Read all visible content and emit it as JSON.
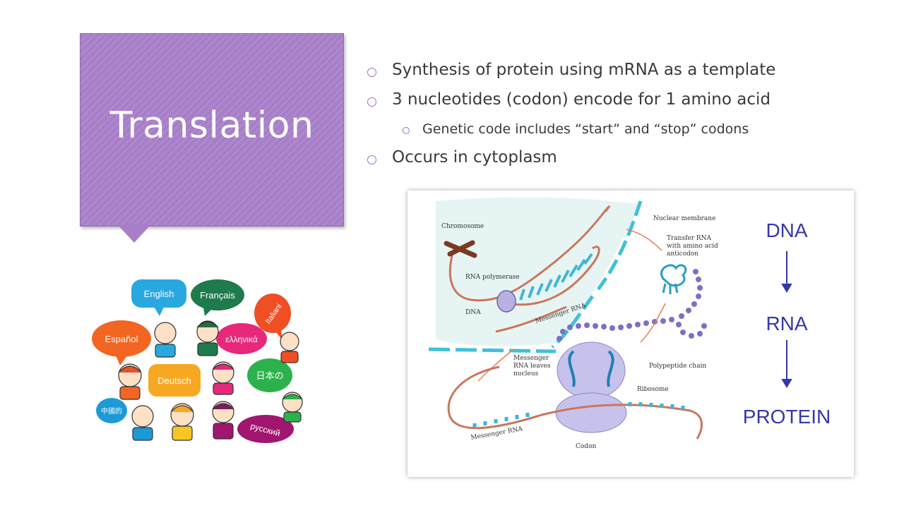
{
  "slide": {
    "title": "Translation",
    "bullets": [
      "Synthesis of protein using mRNA as a template",
      "3 nucleotides (codon) encode for 1 amino acid",
      "Genetic code includes “start” and “stop” codons",
      "Occurs in cytoplasm"
    ]
  },
  "diagram": {
    "labels": {
      "chromosome": "Chromosome",
      "nuclear_membrane": "Nuclear membrane",
      "transfer_rna": [
        "Transfer RNA",
        "with amino acid",
        "anticodon"
      ],
      "rna_polymerase": "RNA polymerase",
      "dna": "DNA",
      "messenger_rna_top": "Messenger RNA",
      "mrna_leaves": [
        "Messenger",
        "RNA leaves",
        "nucleus"
      ],
      "polypeptide": "Polypeptide chain",
      "ribosome": "Ribosome",
      "messenger_rna_bottom": "Messenger RNA",
      "codon": "Codon"
    },
    "flow": [
      "DNA",
      "RNA",
      "PROTEIN"
    ]
  },
  "languages": [
    {
      "text": "English",
      "color": "#29a8e0"
    },
    {
      "text": "Français",
      "color": "#1f7a4c"
    },
    {
      "text": "Italiani",
      "color": "#f04e23"
    },
    {
      "text": "Español",
      "color": "#f26522"
    },
    {
      "text": "ελληνικά",
      "color": "#e8287a"
    },
    {
      "text": "Deutsch",
      "color": "#f7a823"
    },
    {
      "text": "日本の",
      "color": "#2bb24c"
    },
    {
      "text": "中國的",
      "color": "#1d9ad6"
    },
    {
      "text": "русский",
      "color": "#a1166e"
    }
  ],
  "colors": {
    "title_fill": "#a77ec8",
    "bullet_ring": "#9b71c0",
    "flow_text": "#3438a8"
  }
}
